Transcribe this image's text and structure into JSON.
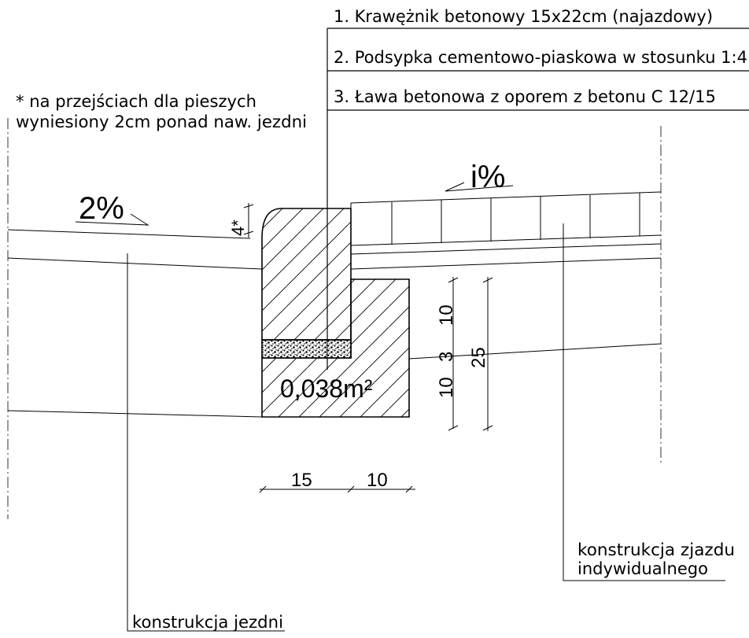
{
  "legend": {
    "item1": "1. Krawężnik betonowy 15x22cm (najazdowy)",
    "item2": "2. Podsypka cementowo-piaskowa w stosunku 1:4",
    "item3": "3. Ława betonowa z oporem z betonu C 12/15"
  },
  "note": {
    "line1": "* na przejściach dla pieszych",
    "line2": "wyniesiony 2cm ponad naw. jezdni"
  },
  "slopes": {
    "left": "2%",
    "right": "i%"
  },
  "dimensions": {
    "reveal": "4*",
    "d10_top": "10",
    "d3": "3",
    "d10_bottom": "10",
    "d25": "25",
    "w15": "15",
    "w10": "10",
    "area": "0,038m²"
  },
  "labels": {
    "road": "konstrukcja jezdni",
    "driveway_line1": "konstrukcja zjazdu",
    "driveway_line2": "indywidualnego"
  }
}
